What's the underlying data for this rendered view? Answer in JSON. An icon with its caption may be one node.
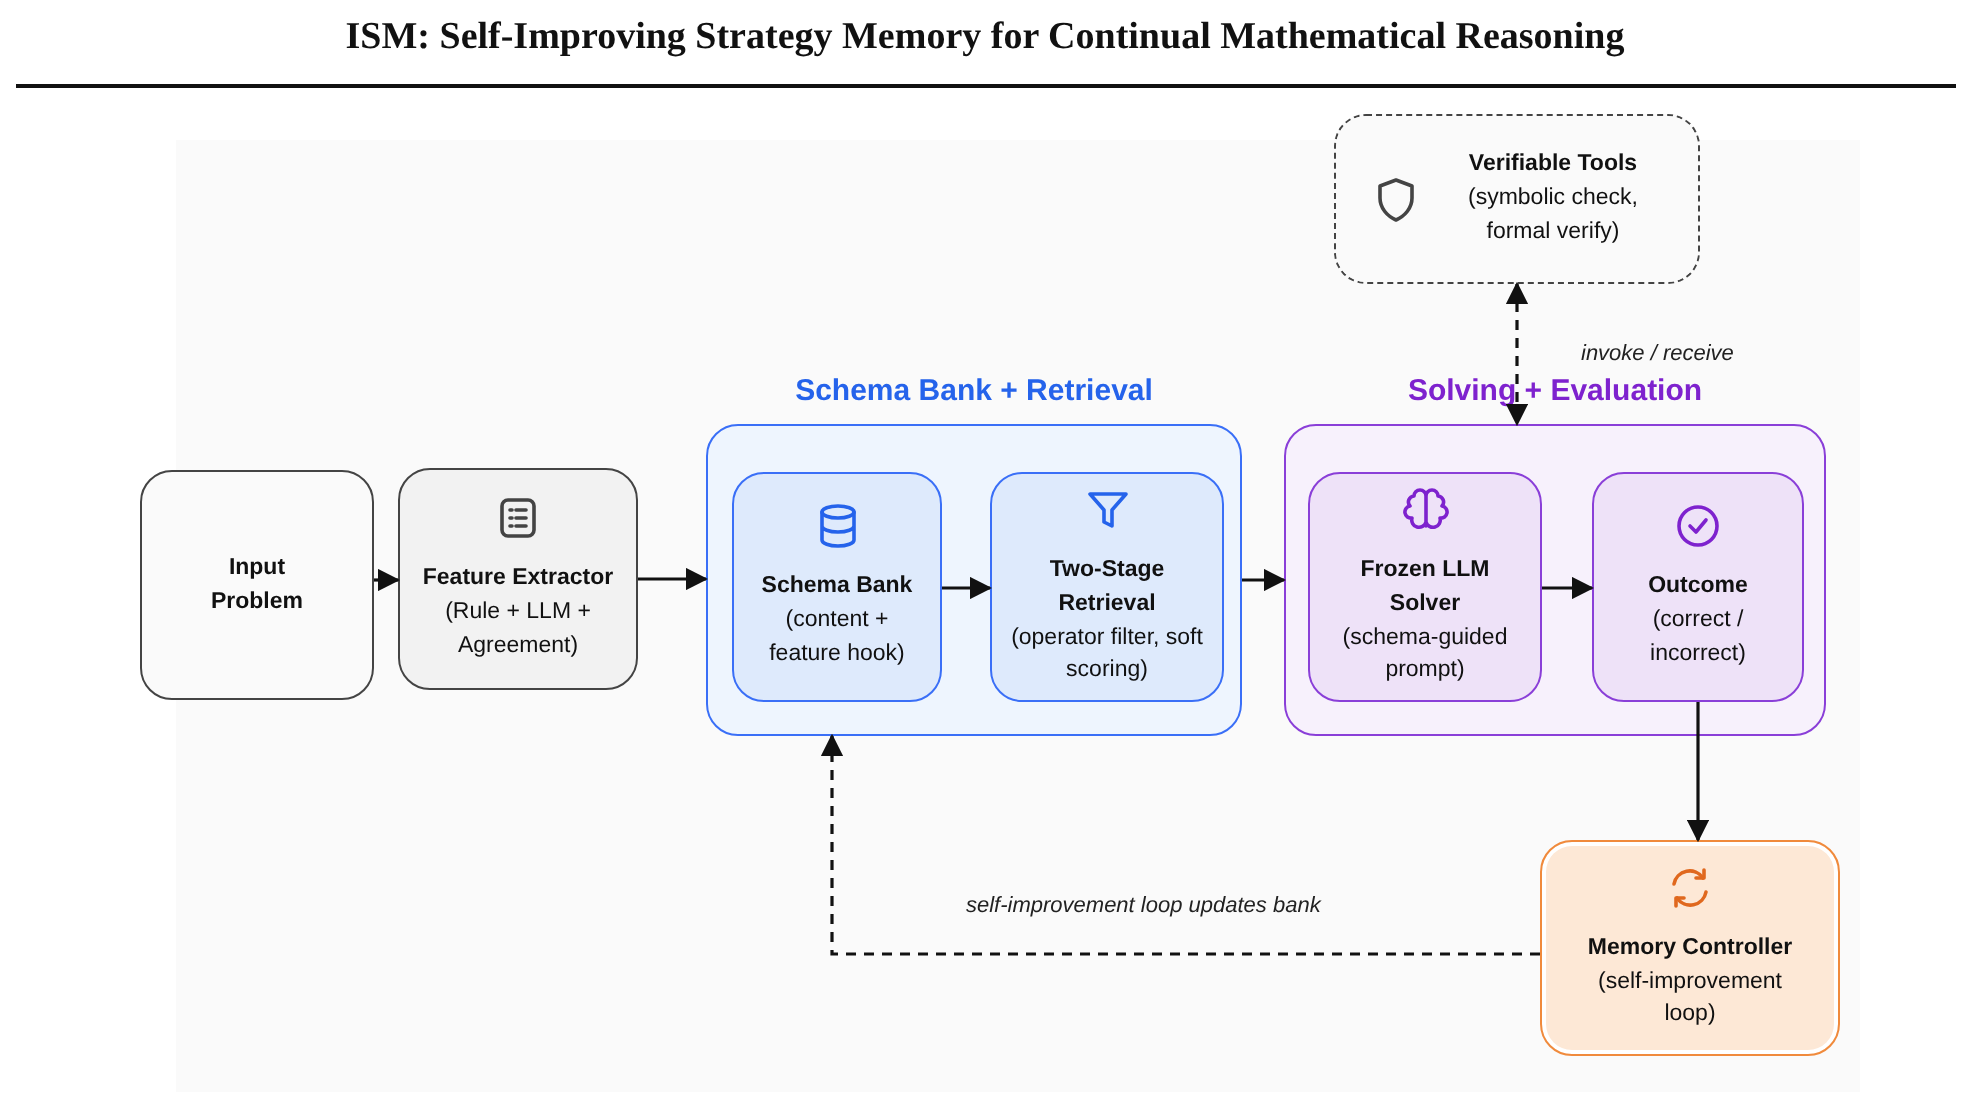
{
  "diagram": {
    "title": "ISM: Self-Improving Strategy Memory for Continual Mathematical Reasoning",
    "nodes": [
      {
        "text": [
          "Input Problem"
        ]
      },
      {
        "text": [
          "Feature Extractor",
          "(Rule + LLM + Agreement)"
        ]
      },
      {
        "text": [
          "Schema Bank + Retrieval"
        ]
      },
      {
        "text": [
          "Schema Bank",
          "(content + feature hook)"
        ],
        "in": 2
      },
      {
        "text": [
          "Two-Stage Retrieval",
          "(operator filter, soft scoring)"
        ],
        "in": 2
      },
      {
        "text": [
          "Solving + Evaluation"
        ]
      },
      {
        "text": [
          "Frozen LLM Solver",
          "(schema-guided prompt)"
        ],
        "in": 5
      },
      {
        "text": [
          "Outcome",
          "(correct / incorrect)"
        ],
        "in": 5
      },
      {
        "text": [
          "Verifiable Tools",
          "(symbolic check, formal verify)"
        ]
      },
      {
        "text": [
          "Memory Controller",
          "(self-improvement loop)"
        ]
      }
    ],
    "edges": [
      {
        "from": 0,
        "to": 1,
        "arrow": "to"
      },
      {
        "from": 1,
        "to": 2,
        "arrow": "to"
      },
      {
        "from": 3,
        "to": 4,
        "arrow": "to"
      },
      {
        "from": 2,
        "to": 5,
        "arrow": "to"
      },
      {
        "from": 6,
        "to": 7,
        "arrow": "to"
      },
      {
        "from": 7,
        "to": 9,
        "arrow": "to"
      },
      {
        "from": 8,
        "to": 5,
        "arrow": "both",
        "style": "dashed",
        "label": "invoke / receive"
      },
      {
        "from": 9,
        "to": 2,
        "arrow": "to",
        "style": "dashed",
        "label": "self-improvement loop updates bank"
      }
    ]
  }
}
